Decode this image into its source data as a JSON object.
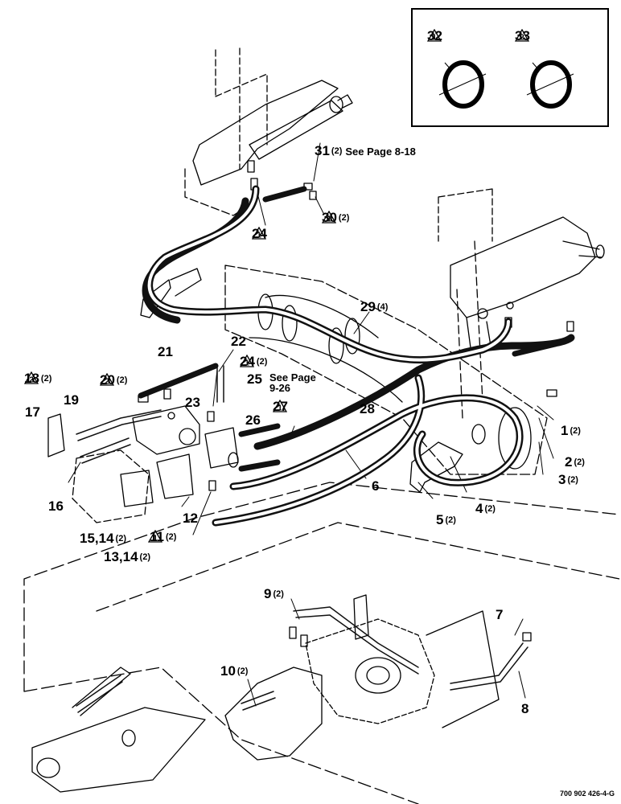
{
  "colors": {
    "line": "#000000",
    "background": "#ffffff",
    "hose": "#111111"
  },
  "inset": {
    "callouts": [
      {
        "id": "c32",
        "number": "32",
        "note_mark": "1"
      },
      {
        "id": "c33",
        "number": "33",
        "note_mark": "2"
      }
    ]
  },
  "callouts": [
    {
      "id": "c31",
      "number": "31",
      "qty": "(2)",
      "note": "See Page 8-18"
    },
    {
      "id": "c30",
      "number": "30",
      "qty": "(2)",
      "note_mark": "1"
    },
    {
      "id": "c24a",
      "number": "24",
      "note_mark": "1"
    },
    {
      "id": "c29",
      "number": "29",
      "qty": "(4)"
    },
    {
      "id": "c21",
      "number": "21"
    },
    {
      "id": "c22",
      "number": "22"
    },
    {
      "id": "c24b",
      "number": "24",
      "qty": "(2)",
      "note_mark": "1"
    },
    {
      "id": "c25",
      "number": "25",
      "note": "See Page",
      "note2": "9-26"
    },
    {
      "id": "c18",
      "number": "18",
      "qty": "(2)",
      "note_mark": "2"
    },
    {
      "id": "c20",
      "number": "20",
      "qty": "(2)",
      "note_mark": "2"
    },
    {
      "id": "c23",
      "number": "23"
    },
    {
      "id": "c27",
      "number": "27",
      "note_mark": "1"
    },
    {
      "id": "c28",
      "number": "28"
    },
    {
      "id": "c19",
      "number": "19"
    },
    {
      "id": "c17",
      "number": "17"
    },
    {
      "id": "c26",
      "number": "26"
    },
    {
      "id": "c1",
      "number": "1",
      "qty": "(2)"
    },
    {
      "id": "c2",
      "number": "2",
      "qty": "(2)"
    },
    {
      "id": "c3",
      "number": "3",
      "qty": "(2)"
    },
    {
      "id": "c6",
      "number": "6"
    },
    {
      "id": "c16",
      "number": "16"
    },
    {
      "id": "c12",
      "number": "12"
    },
    {
      "id": "c4",
      "number": "4",
      "qty": "(2)"
    },
    {
      "id": "c5",
      "number": "5",
      "qty": "(2)"
    },
    {
      "id": "c11",
      "number": "11",
      "qty": "(2)",
      "note_mark": "1",
      "mark_first": true
    },
    {
      "id": "c15",
      "number": "15,14",
      "qty": "(2)"
    },
    {
      "id": "c13",
      "number": "13,14",
      "qty": "(2)"
    },
    {
      "id": "c9",
      "number": "9",
      "qty": "(2)"
    },
    {
      "id": "c7",
      "number": "7"
    },
    {
      "id": "c10",
      "number": "10",
      "qty": "(2)"
    },
    {
      "id": "c8",
      "number": "8"
    }
  ],
  "drawing_number": "700 902 426-4-G"
}
